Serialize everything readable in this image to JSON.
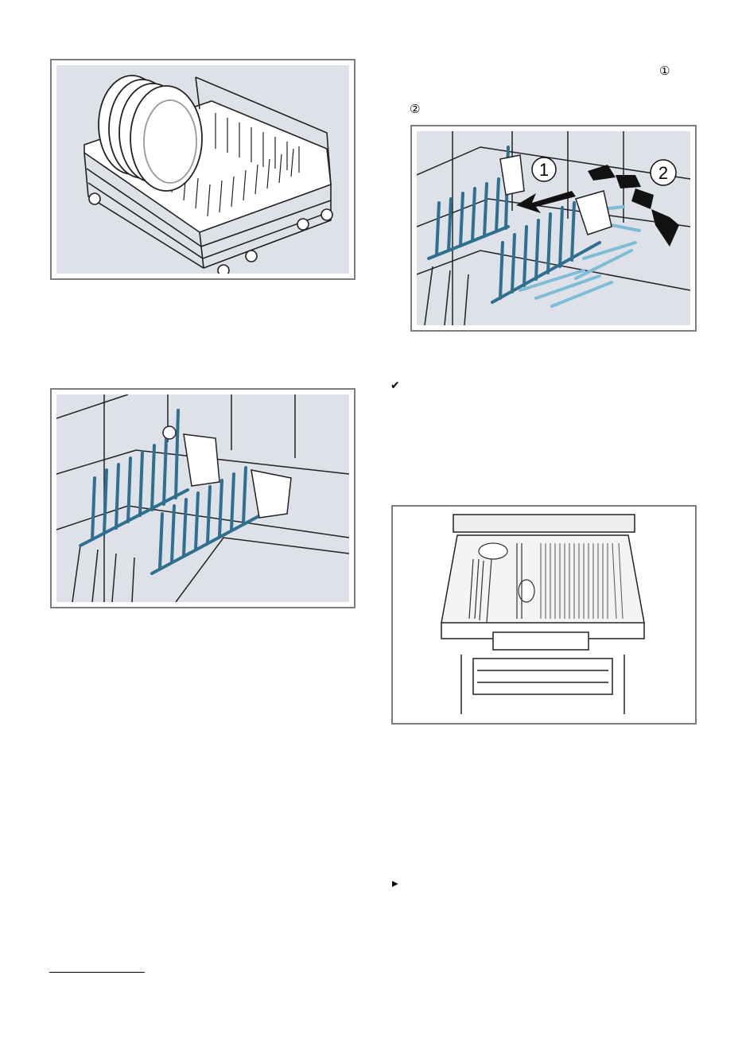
{
  "markers": {
    "step1": "①",
    "step2": "②",
    "result": "✔",
    "action": "▶"
  },
  "figure_callouts": {
    "callout1": "1",
    "callout2": "2"
  },
  "colors": {
    "rack_blue": "#2f6f8f",
    "rack_blue_light": "#7fbcd6",
    "frame_border": "#7d7d7d",
    "figure_bg": "#dfe1e8"
  }
}
